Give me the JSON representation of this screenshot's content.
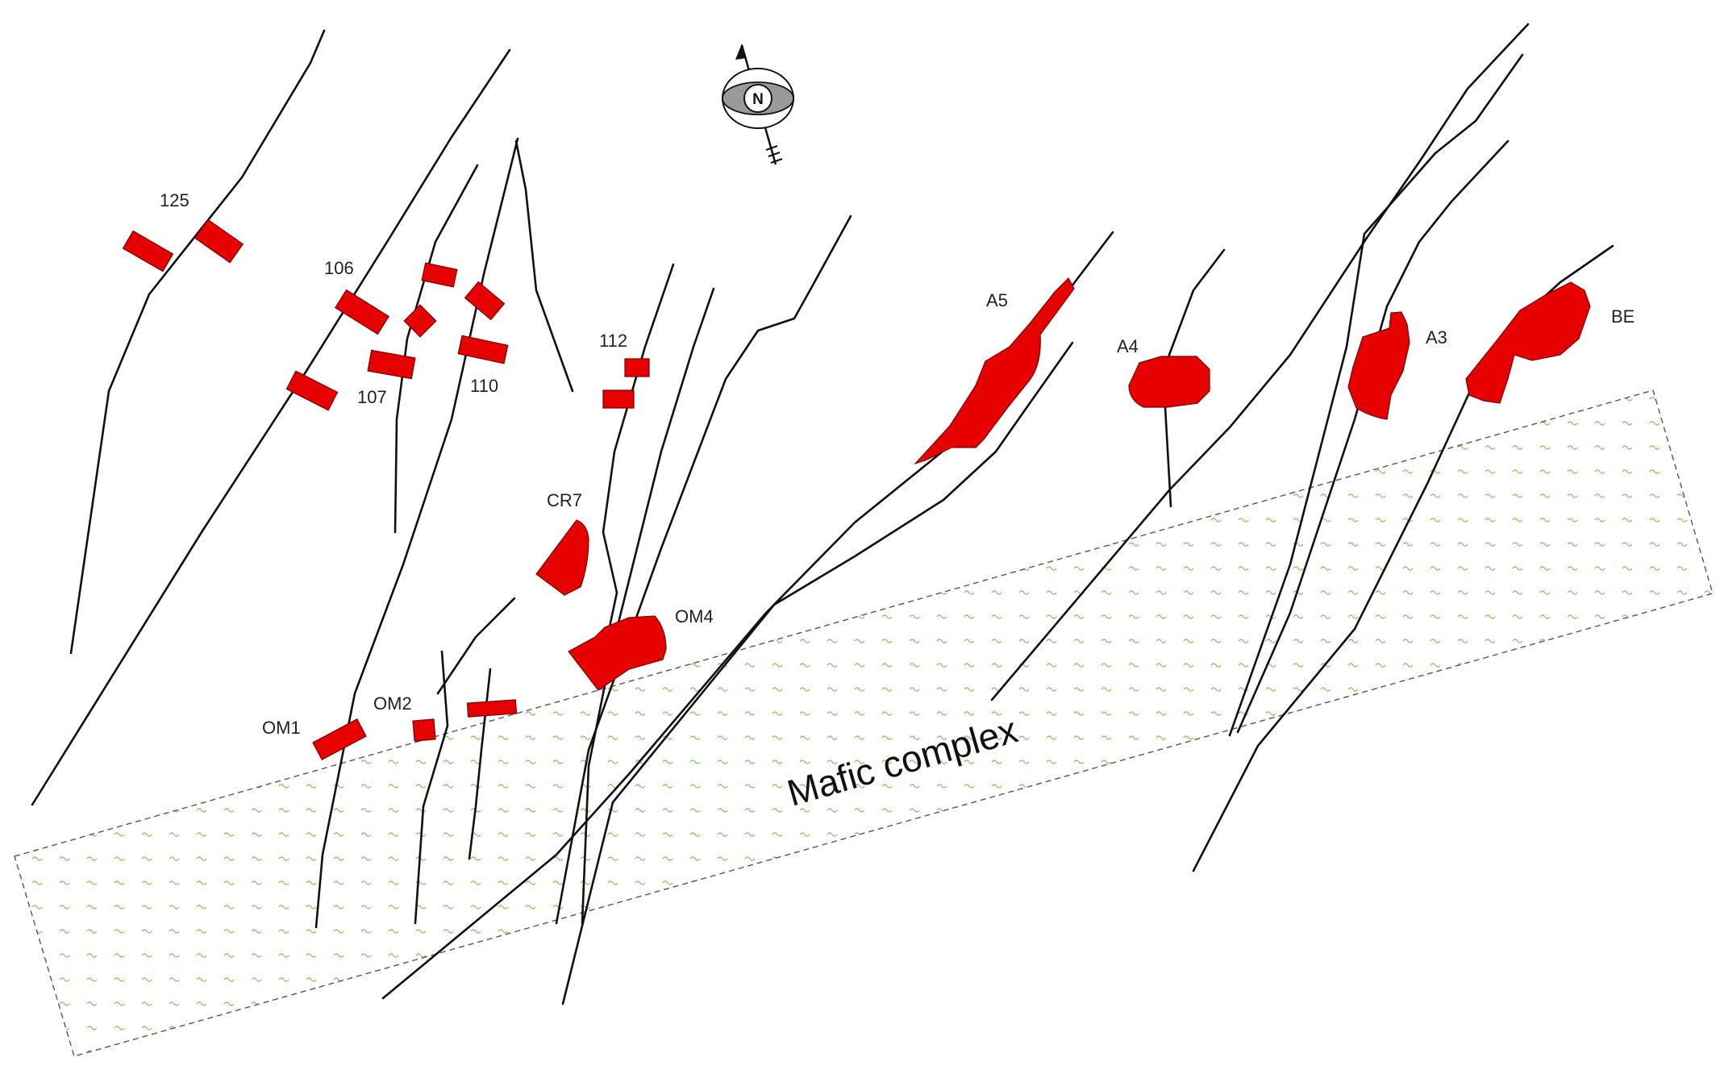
{
  "map": {
    "zone_label": "Mafic complex",
    "north_label": "N",
    "colors": {
      "ore_body": "#e60000",
      "fault_line": "#111111",
      "zone_pattern": "#8fcc6a"
    },
    "labels": {
      "l125": "125",
      "l106": "106",
      "l107": "107",
      "l110": "110",
      "l112": "112",
      "lCR7": "CR7",
      "lOM4": "OM4",
      "lOM1": "OM1",
      "lOM2": "OM2",
      "lA5": "A5",
      "lA4": "A4",
      "lA3": "A3",
      "lBE": "BE"
    }
  }
}
